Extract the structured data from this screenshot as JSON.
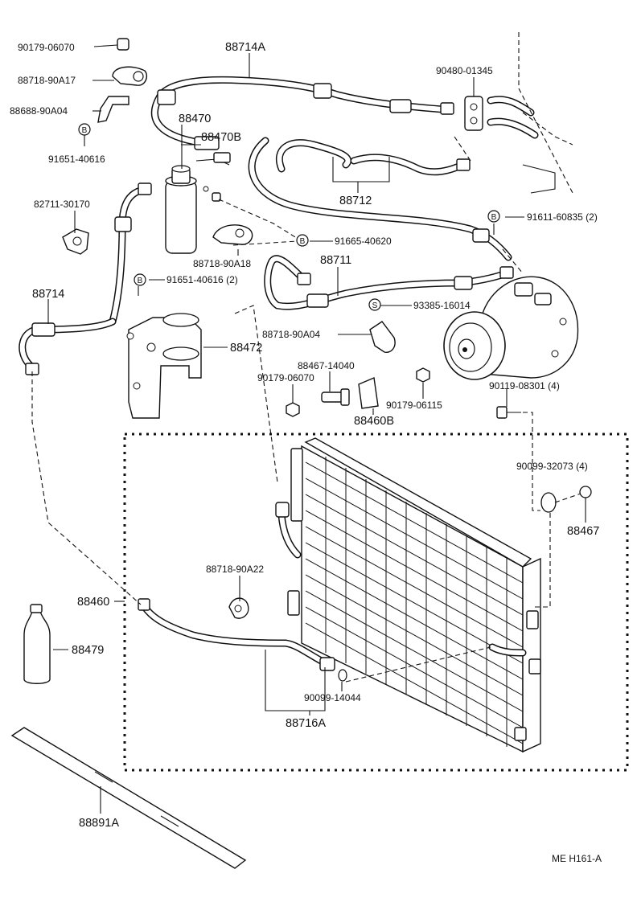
{
  "labels": {
    "p90179_06070_top": "90179-06070",
    "p88714A": "88714A",
    "p88718_90A17": "88718-90A17",
    "p88688_90A04": "88688-90A04",
    "p91651_40616": "91651-40616",
    "p88470": "88470",
    "p88470B": "88470B",
    "p88712": "88712",
    "p90480_01345": "90480-01345",
    "p82711_30170": "82711-30170",
    "p91611_60835": "91611-60835 (2)",
    "p91665_40620": "91665-40620",
    "p88718_90A18": "88718-90A18",
    "p88711": "88711",
    "p91651_40616_2": "91651-40616 (2)",
    "p88714": "88714",
    "p93385_16014": "93385-16014",
    "p88718_90A04": "88718-90A04",
    "p88472": "88472",
    "p88467_14040": "88467-14040",
    "p90179_06070_mid": "90179-06070",
    "p90179_06115": "90179-06115",
    "p90119_08301": "90119-08301 (4)",
    "p88460B": "88460B",
    "p90099_32073": "90099-32073 (4)",
    "p88467": "88467",
    "p88718_90A22": "88718-90A22",
    "p88460": "88460",
    "p88479": "88479",
    "p90099_14044": "90099-14044",
    "p88716A": "88716A",
    "p88891A": "88891A",
    "code": "ME  H161-A"
  },
  "markers": {
    "bolt": "B",
    "stud": "S"
  }
}
